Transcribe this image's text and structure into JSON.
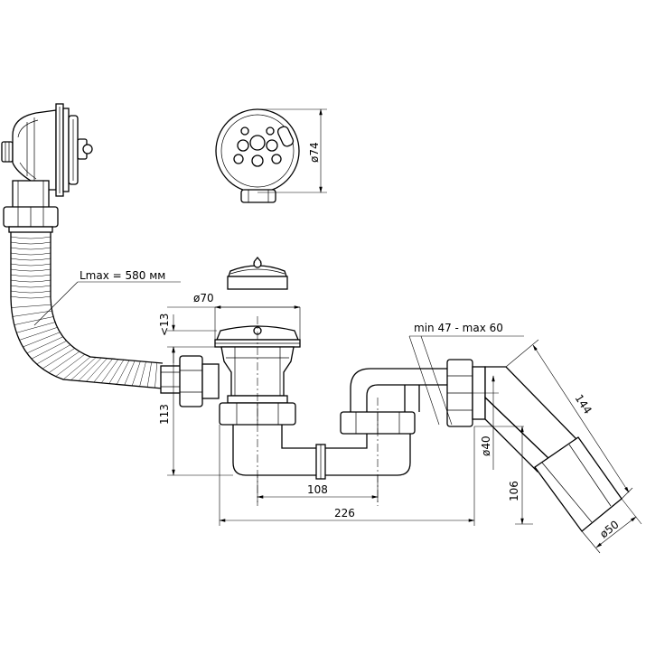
{
  "labels": {
    "hose_length": "Lmax = 580 мм",
    "strainer_diameter": "ø74",
    "drain_diameter": "ø70",
    "lip_height": "<13",
    "overflow_range": "min 47 - max 60",
    "drain_height": "113",
    "outlet_diameter": "ø40",
    "pipe_length": "144",
    "center_distance": "108",
    "total_length": "226",
    "outlet_height": "106",
    "pipe_diameter": "ø50"
  },
  "colors": {
    "line": "#000000",
    "background": "#ffffff"
  }
}
